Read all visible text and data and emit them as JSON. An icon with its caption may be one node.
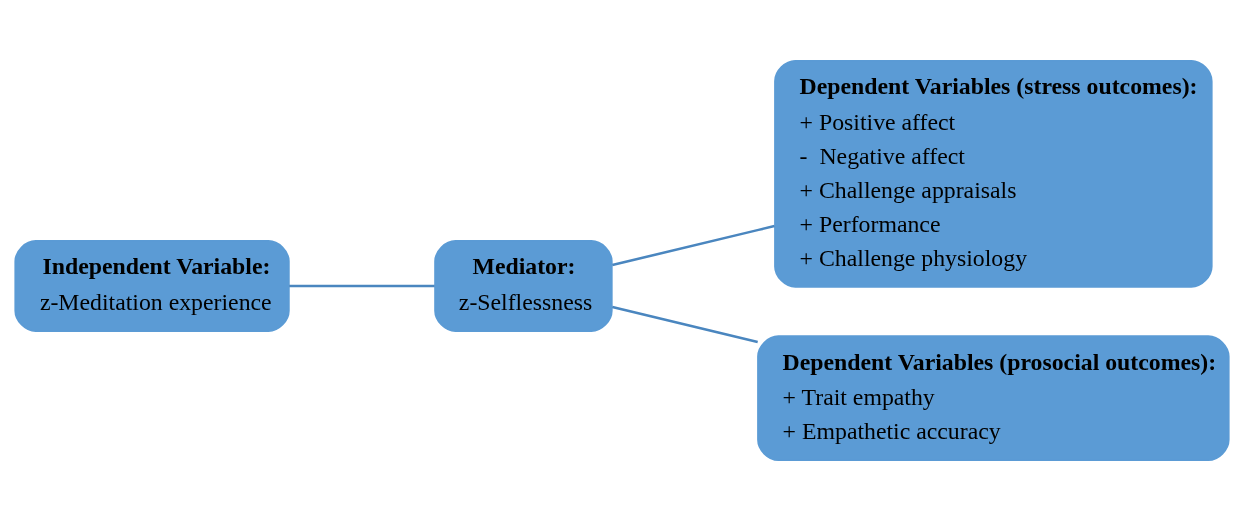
{
  "diagram": {
    "nodes": [
      {
        "text": [
          "Independent Variable:",
          "z-Meditation experience"
        ]
      },
      {
        "text": [
          "Mediator:",
          "z-Selflessness"
        ]
      },
      {
        "text": [
          "Dependent Variables (stress outcomes):",
          "+ Positive affect",
          "-  Negative affect",
          "+ Challenge appraisals",
          "+ Performance",
          "+ Challenge physiology"
        ]
      },
      {
        "text": [
          "Dependent Variables (prosocial outcomes):",
          "+ Trait empathy",
          "+ Empathetic accuracy"
        ]
      }
    ],
    "edges": [
      {
        "from": 0,
        "to": 1,
        "arrow": "none"
      },
      {
        "from": 1,
        "to": 2,
        "arrow": "none"
      },
      {
        "from": 1,
        "to": 3,
        "arrow": "none"
      }
    ]
  }
}
